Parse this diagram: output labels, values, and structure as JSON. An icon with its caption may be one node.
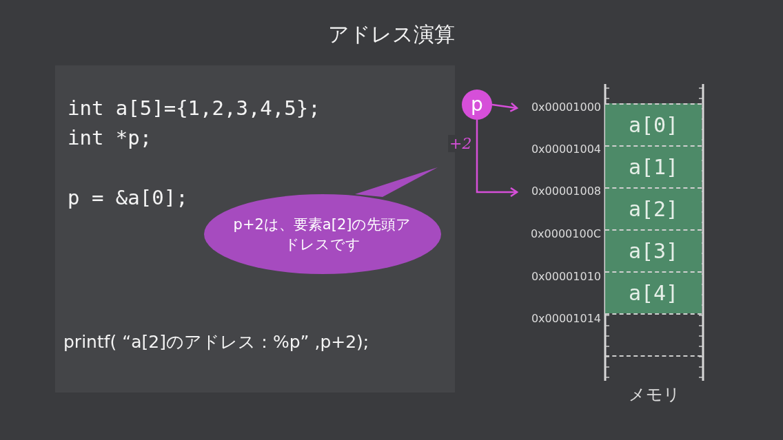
{
  "diagram": {
    "title": "アドレス演算",
    "nodes": [
      {
        "text": [
          "int a[5]={1,2,3,4,5};",
          "int *p;",
          "p = &a[0];",
          "printf( “a[2]のアドレス：%p” ,p+2);"
        ]
      },
      {
        "text": [
          "p+2は、要素a[2]の先頭アドレスです"
        ],
        "in": 0
      },
      {
        "text": [
          "p"
        ]
      },
      {
        "text": [
          "0x00001000"
        ]
      },
      {
        "text": [
          "0x00001008"
        ]
      },
      {
        "text": [
          "メモリ"
        ]
      },
      {
        "text": [
          "a[0]"
        ],
        "in": 5
      },
      {
        "text": [
          "a[1]"
        ],
        "in": 5
      },
      {
        "text": [
          "a[2]"
        ],
        "in": 5
      },
      {
        "text": [
          "a[3]"
        ],
        "in": 5
      },
      {
        "text": [
          "a[4]"
        ],
        "in": 5
      },
      {
        "text": [],
        "shape": "box",
        "in": 5
      },
      {
        "text": [],
        "shape": "box",
        "in": 5
      }
    ],
    "edges": [
      {
        "from": 2,
        "to": 3,
        "arrow": "to"
      },
      {
        "from": 2,
        "to": 4,
        "arrow": "to",
        "label": "+2"
      }
    ],
    "labels": [
      "0x00001004",
      "0x0000100C",
      "0x00001010",
      "0x00001014"
    ]
  }
}
